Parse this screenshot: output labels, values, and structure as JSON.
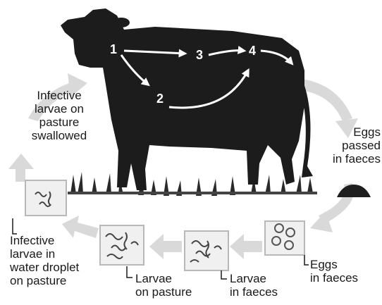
{
  "cycle_steps": {
    "infective_larvae_swallowed": [
      "Infective",
      "larvae on",
      "pasture",
      "swallowed"
    ],
    "eggs_passed_in_faeces": [
      "Eggs",
      "passed",
      "in faeces"
    ],
    "eggs_in_faeces": [
      "Eggs",
      "in faeces"
    ],
    "larvae_in_faeces": [
      "Larvae",
      "in faeces"
    ],
    "larvae_on_pasture": [
      "Larvae",
      "on pasture"
    ],
    "infective_larvae_in_water_droplet": [
      "Infective",
      "larvae in",
      "water droplet",
      "on pasture"
    ]
  },
  "internal_route_numbers": [
    "1",
    "2",
    "3",
    "4"
  ],
  "colors": {
    "cow": "#1c1c1c",
    "cycle_arrow": "#d9d9d9",
    "text": "#1a1a1a",
    "route_arrow": "#ffffff"
  },
  "icons": [
    "cow-silhouette",
    "grass-tufts",
    "dung-pat",
    "eggs-box",
    "larvae-box",
    "infective-larvae-box",
    "cycle-arrows",
    "internal-route-arrows"
  ]
}
